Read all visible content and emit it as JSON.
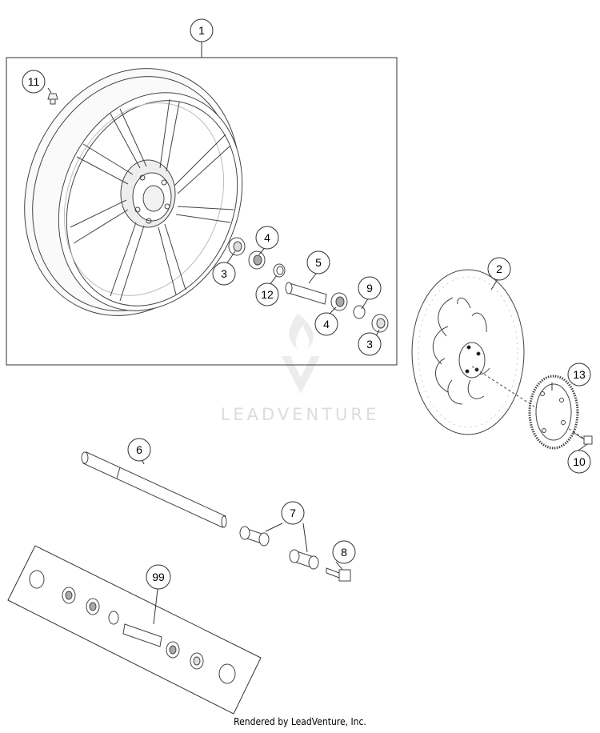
{
  "callouts": {
    "c1": "1",
    "c2": "2",
    "c3a": "3",
    "c3b": "3",
    "c4a": "4",
    "c4b": "4",
    "c5": "5",
    "c6": "6",
    "c7": "7",
    "c8": "8",
    "c9": "9",
    "c10": "10",
    "c11": "11",
    "c12": "12",
    "c13": "13",
    "c99": "99"
  },
  "watermark": "LEADVENTURE",
  "footer": "Rendered by LeadVenture, Inc."
}
